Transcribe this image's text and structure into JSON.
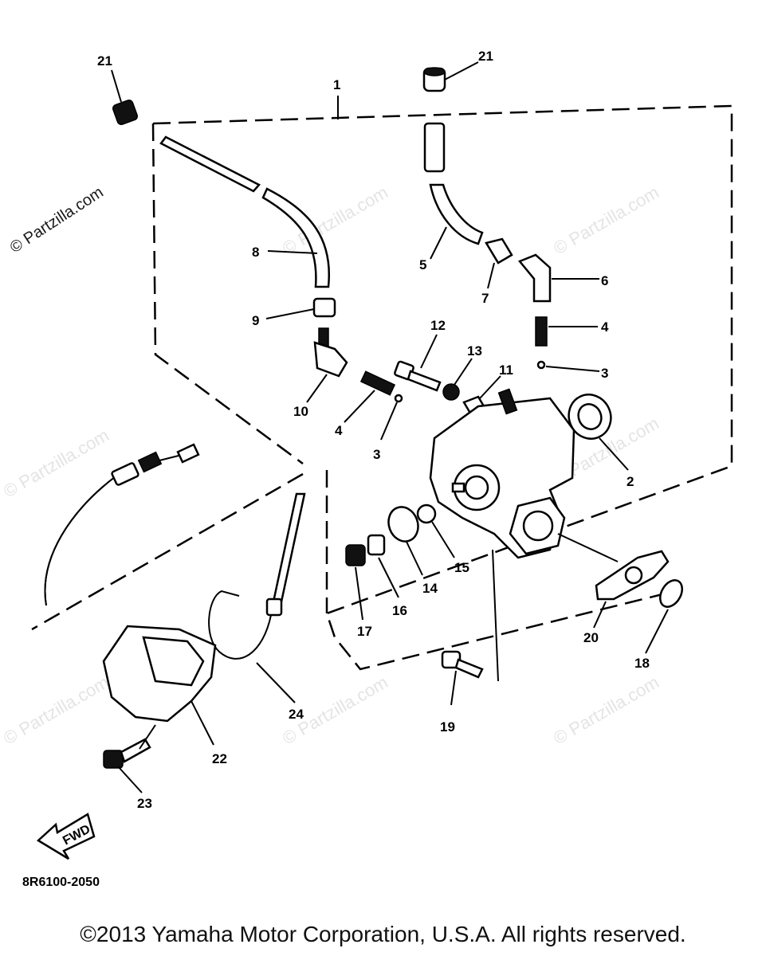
{
  "diagram": {
    "labels": {
      "p1": "1",
      "p2": "2",
      "p3a": "3",
      "p3b": "3",
      "p4a": "4",
      "p4b": "4",
      "p5": "5",
      "p6": "6",
      "p7": "7",
      "p8": "8",
      "p9": "9",
      "p10": "10",
      "p11": "11",
      "p12": "12",
      "p13": "13",
      "p14": "14",
      "p15": "15",
      "p16": "16",
      "p17": "17",
      "p18": "18",
      "p19": "19",
      "p20": "20",
      "p21a": "21",
      "p21b": "21",
      "p22": "22",
      "p23": "23",
      "p24": "24"
    },
    "front_arrow_text": "FWD",
    "drawing_code": "8R6100-2050",
    "watermark": "© Partzilla.com",
    "watermark_faint": "© Partzilla.com"
  },
  "footer": {
    "copyright": "©2013 Yamaha Motor Corporation, U.S.A. All rights reserved."
  },
  "colors": {
    "ink": "#000000",
    "background": "#ffffff",
    "watermark": "#e4e4e4"
  },
  "icons": {
    "front_arrow": "front-direction-arrow-icon"
  }
}
